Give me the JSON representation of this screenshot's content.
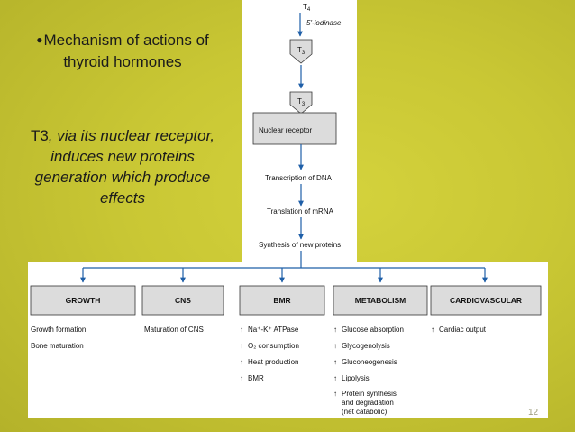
{
  "slide": {
    "title_bullet": "●",
    "title_line1": "Mechanism of actions of",
    "title_line2": "thyroid hormones",
    "desc_prefix": "T3",
    "desc_line1_rest": ", via its nuclear receptor,",
    "desc_line2": "induces new proteins",
    "desc_line3": "generation which produce",
    "desc_line4": "effects",
    "page_number": "12"
  },
  "pathway": {
    "t4": "T",
    "t4_sub": "4",
    "enzyme": "5'-iodinase",
    "t3_a": "T",
    "t3_a_sub": "3",
    "t3_b": "T",
    "t3_b_sub": "3",
    "receptor": "Nuclear receptor",
    "steps": [
      "Transcription of DNA",
      "Translation of mRNA",
      "Synthesis of new proteins"
    ]
  },
  "effects": [
    {
      "label": "GROWTH",
      "items": [
        {
          "arrow": false,
          "text": "Growth formation"
        },
        {
          "arrow": false,
          "text": "Bone maturation"
        }
      ]
    },
    {
      "label": "CNS",
      "items": [
        {
          "arrow": false,
          "text": "Maturation of CNS"
        }
      ]
    },
    {
      "label": "BMR",
      "items": [
        {
          "arrow": true,
          "text": "Na⁺-K⁺ ATPase"
        },
        {
          "arrow": true,
          "text": "O₂ consumption"
        },
        {
          "arrow": true,
          "text": "Heat production"
        },
        {
          "arrow": true,
          "text": "BMR"
        }
      ]
    },
    {
      "label": "METABOLISM",
      "items": [
        {
          "arrow": true,
          "text": "Glucose absorption"
        },
        {
          "arrow": true,
          "text": "Glycogenolysis"
        },
        {
          "arrow": true,
          "text": "Gluconeogenesis"
        },
        {
          "arrow": true,
          "text": "Lipolysis"
        },
        {
          "arrow": true,
          "text": "Protein synthesis"
        },
        {
          "arrow": false,
          "text": "and degradation"
        },
        {
          "arrow": false,
          "text": "(net catabolic)"
        }
      ]
    },
    {
      "label": "CARDIOVASCULAR",
      "items": [
        {
          "arrow": true,
          "text": "Cardiac output"
        }
      ]
    }
  ],
  "colors": {
    "background": "#c9c734",
    "arrow": "#1f5fa8",
    "box_fill": "#dcdcdc",
    "box_stroke": "#333333"
  }
}
